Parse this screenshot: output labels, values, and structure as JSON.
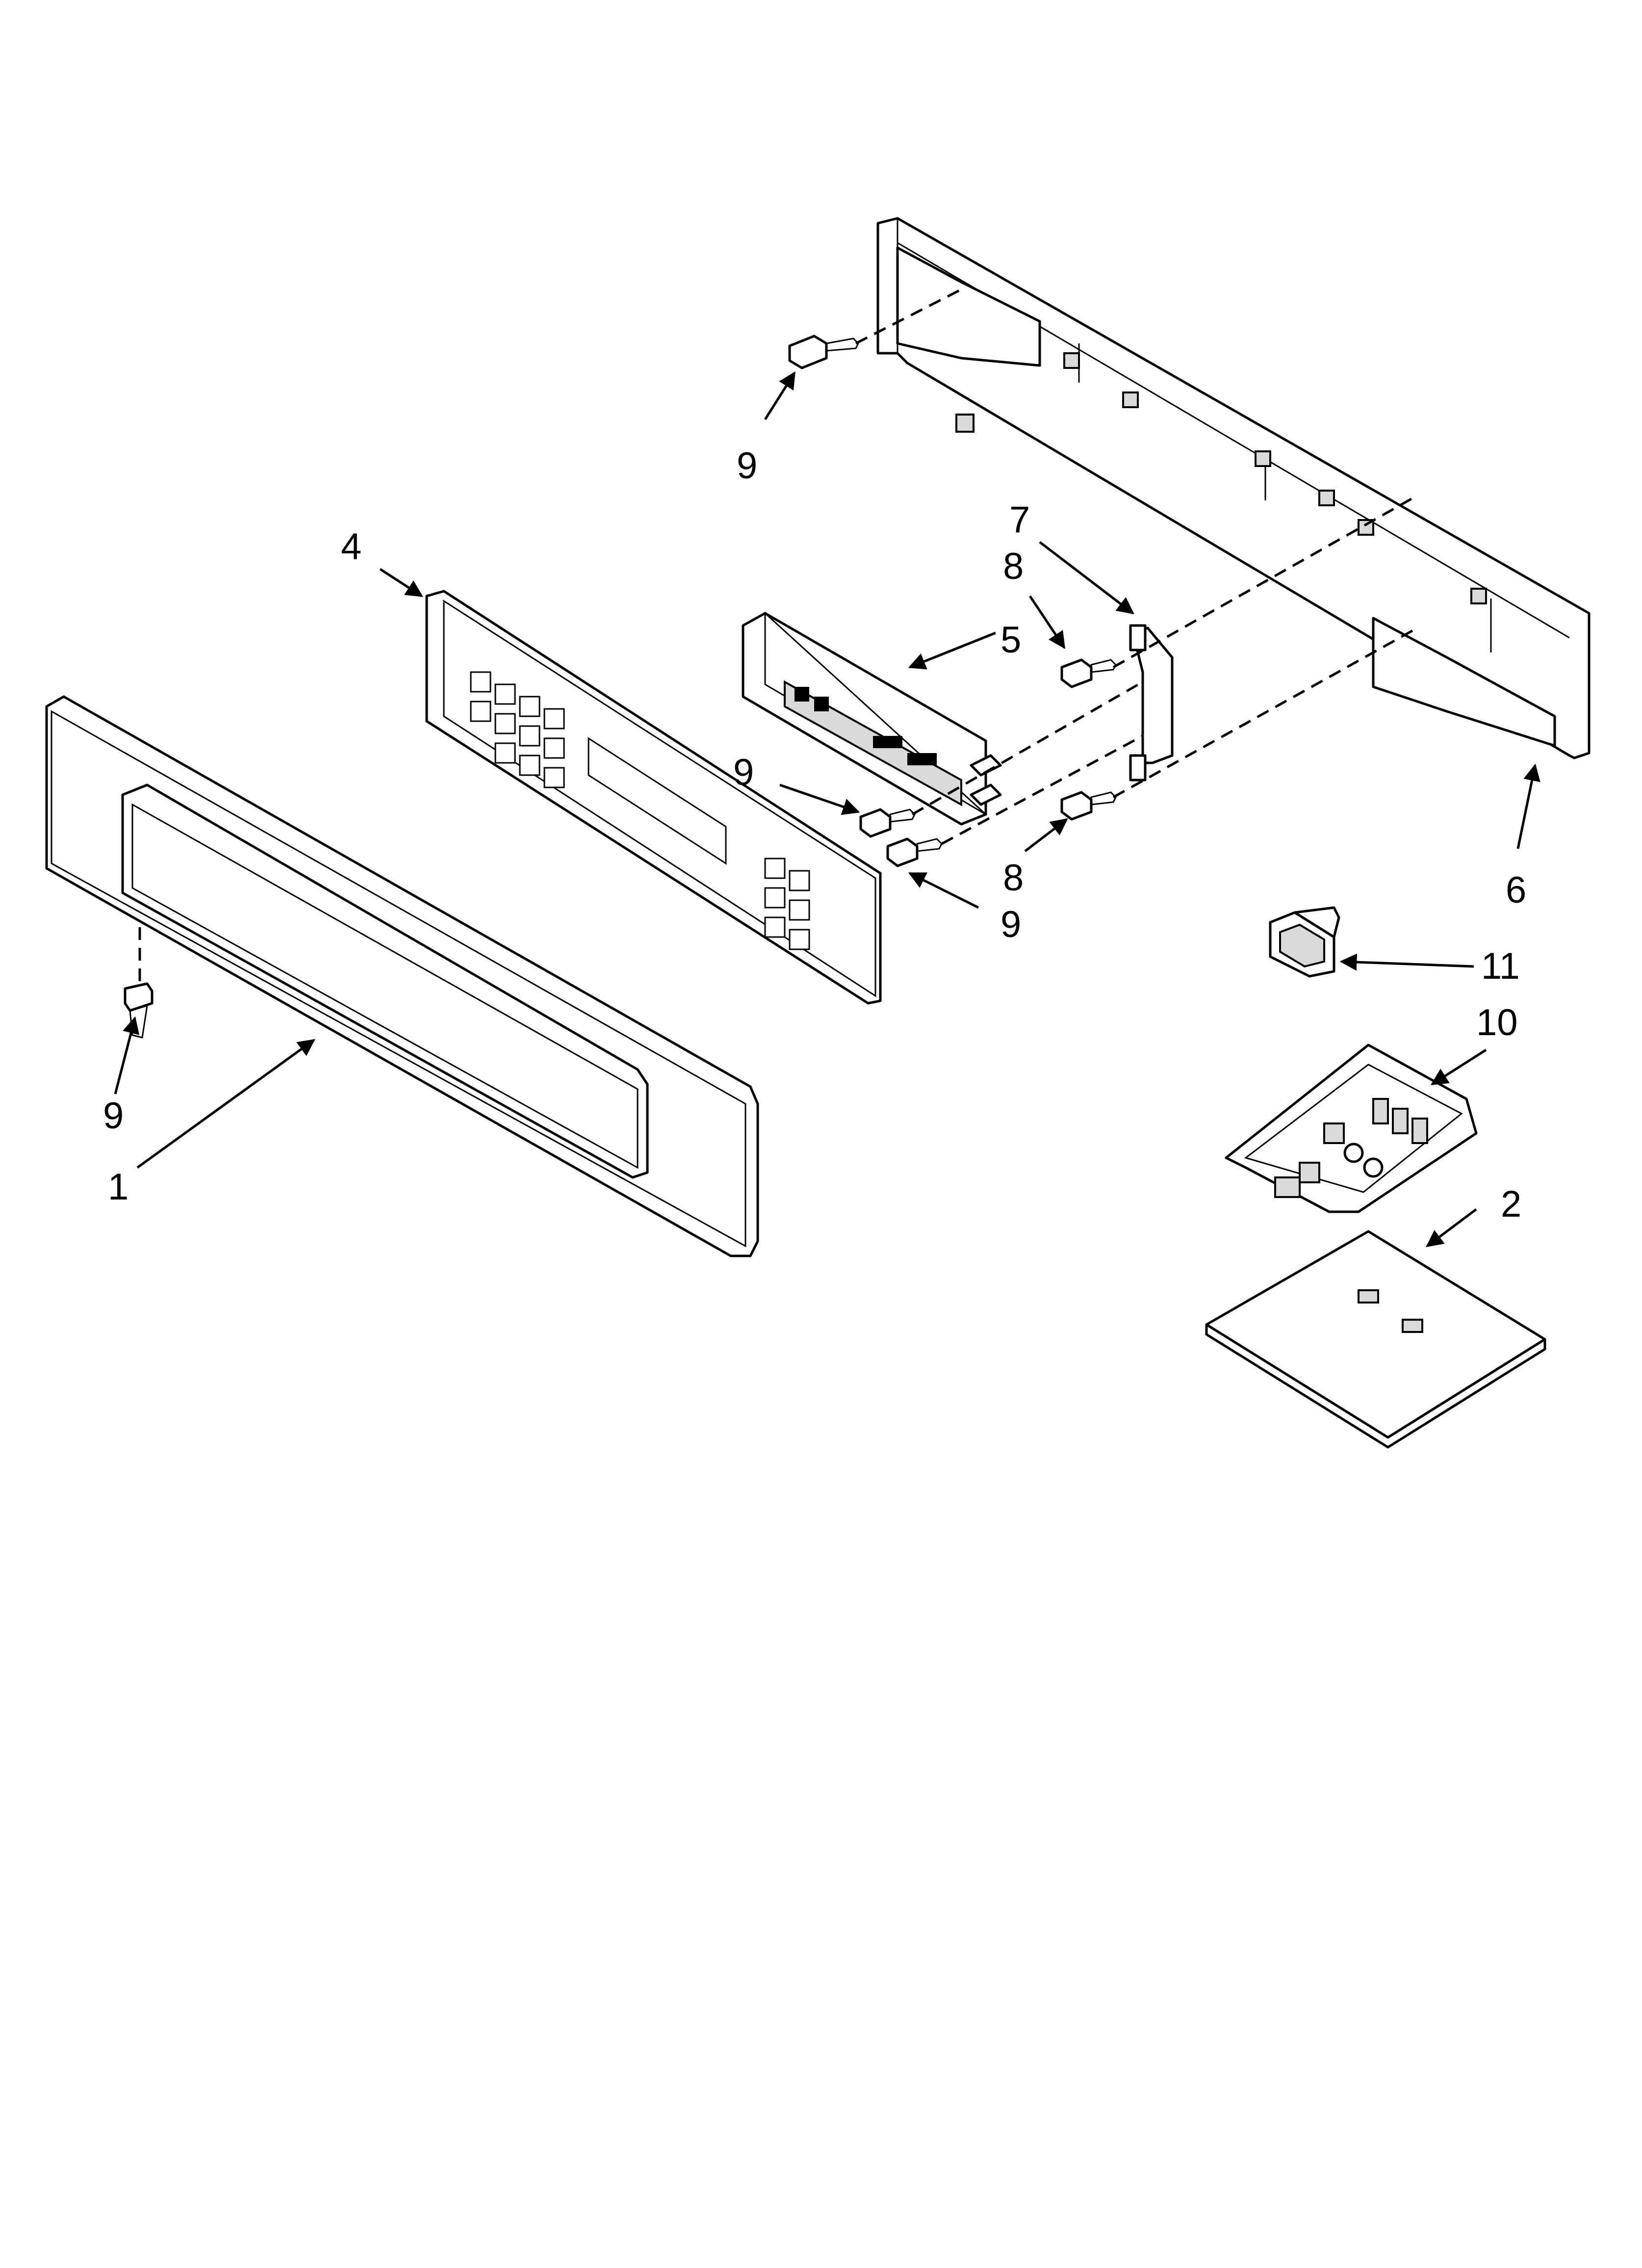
{
  "callouts": {
    "c1": "1",
    "c2": "2",
    "c4": "4",
    "c5": "5",
    "c6": "6",
    "c7": "7",
    "c8a": "8",
    "c8b": "8",
    "c9a": "9",
    "c9b": "9",
    "c9c": "9",
    "c9d": "9",
    "c10": "10",
    "c11": "11"
  }
}
